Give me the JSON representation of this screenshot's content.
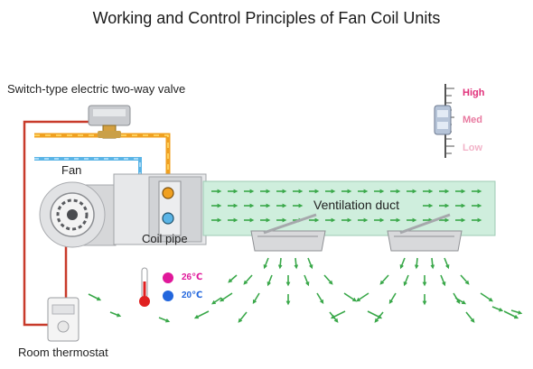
{
  "title": "Working and Control Principles of Fan Coil Units",
  "labels": {
    "valve": "Switch-type electric two-way valve",
    "fan": "Fan",
    "coil_pipe": "Coil pipe",
    "ventilation_duct": "Ventilation duct",
    "room_thermostat": "Room thermostat"
  },
  "speed_switch": {
    "high": "High",
    "med": "Med",
    "low": "Low",
    "colors": {
      "high": "#e0307a",
      "med": "#e87aa0",
      "low": "#f2b3c8"
    }
  },
  "thermometer": {
    "hot": "26℃",
    "cold": "20℃",
    "colors": {
      "hot": "#e0189a",
      "cold": "#2266dd"
    }
  },
  "colors": {
    "hot_pipe": "#f0a020",
    "cold_pipe": "#5ab4e6",
    "wire": "#c83a2a",
    "duct": "#cfeedd",
    "arrow": "#3aa84a"
  }
}
